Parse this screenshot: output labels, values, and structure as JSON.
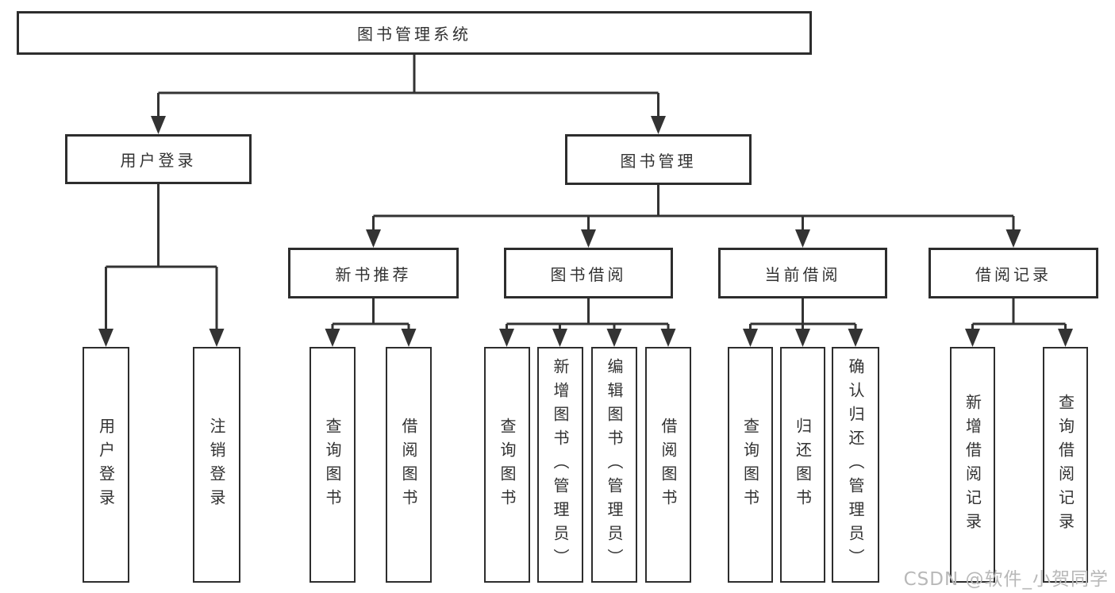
{
  "tree": {
    "label": "图书管理系统",
    "children": [
      {
        "label": "用户登录",
        "children": [
          {
            "label": "用户登录"
          },
          {
            "label": "注销登录"
          }
        ]
      },
      {
        "label": "图书管理",
        "children": [
          {
            "label": "新书推荐",
            "children": [
              {
                "label": "查询图书"
              },
              {
                "label": "借阅图书"
              }
            ]
          },
          {
            "label": "图书借阅",
            "children": [
              {
                "label": "查询图书"
              },
              {
                "label": "新增图书（管理员）"
              },
              {
                "label": "编辑图书（管理员）"
              },
              {
                "label": "借阅图书"
              }
            ]
          },
          {
            "label": "当前借阅",
            "children": [
              {
                "label": "查询图书"
              },
              {
                "label": "归还图书"
              },
              {
                "label": "确认归还（管理员）"
              }
            ]
          },
          {
            "label": "借阅记录",
            "children": [
              {
                "label": "新增借阅记录"
              },
              {
                "label": "查询借阅记录"
              }
            ]
          }
        ]
      }
    ]
  },
  "watermark": {
    "text": "CSDN @软件_小贺同学"
  },
  "colors": {
    "background": "#ffffff",
    "line": "#333333",
    "box_border": "#2d2d2d",
    "text": "#323232",
    "watermark": "#b8b8b8"
  }
}
